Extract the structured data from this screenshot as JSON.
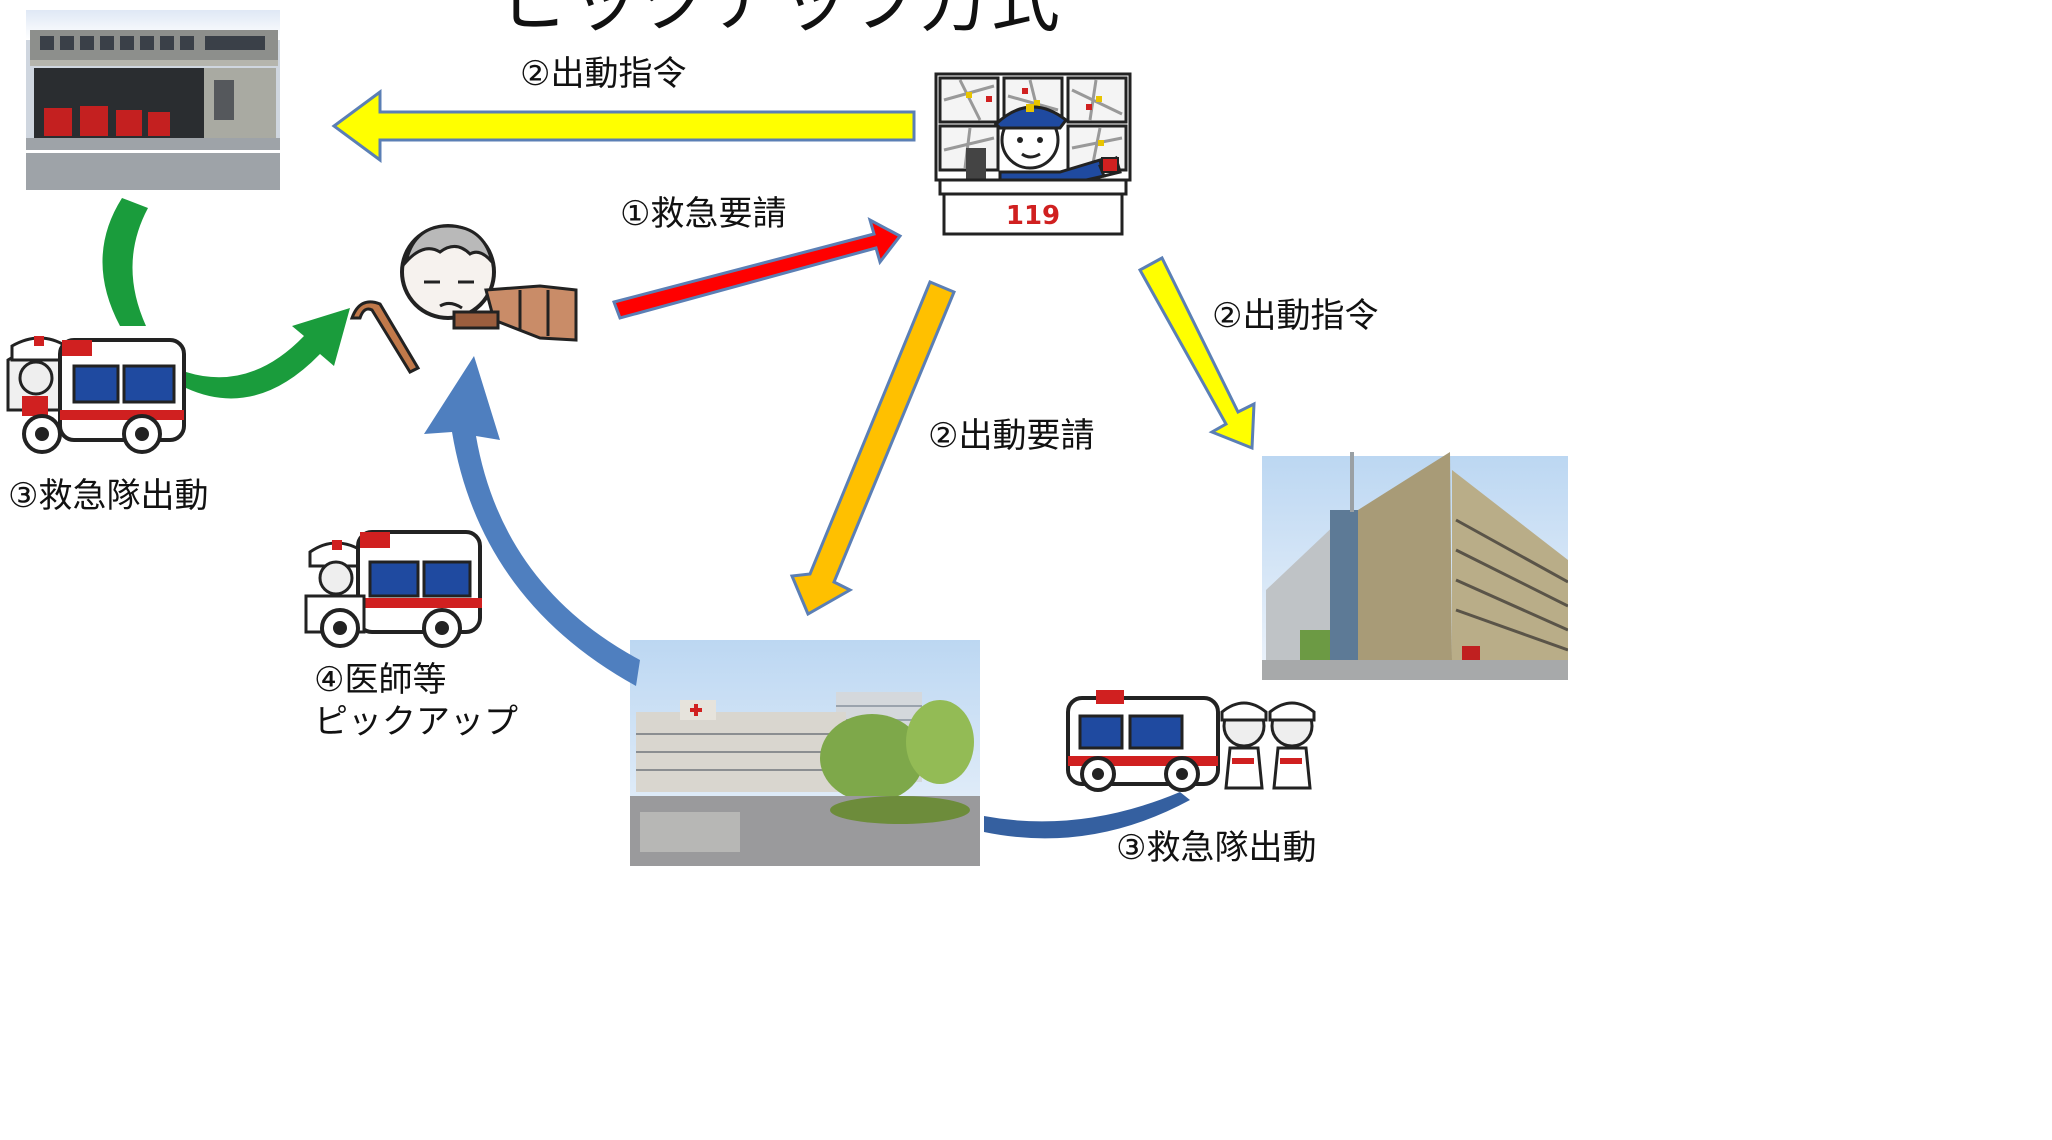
{
  "title": "ピックアップ方式",
  "labels": {
    "dispatch_order_top": "②出動指令",
    "emergency_request": "①救急要請",
    "dispatch_order_right": "②出動指令",
    "dispatch_request": "②出動要請",
    "ems_dispatch_left": "③救急隊出動",
    "ems_dispatch_right": "③救急隊出動",
    "doctor_pickup_line1": "④医師等",
    "doctor_pickup_line2": "ピックアップ"
  },
  "command_center_sign": "119",
  "colors": {
    "dispatch_order": "#ffff00",
    "emergency_request": "#ff0000",
    "dispatch_request": "#ffc000",
    "ems_dispatch": "#1a9c3c",
    "doctor_pickup": "#4f7fbf",
    "ems_return": "#3560a0"
  }
}
